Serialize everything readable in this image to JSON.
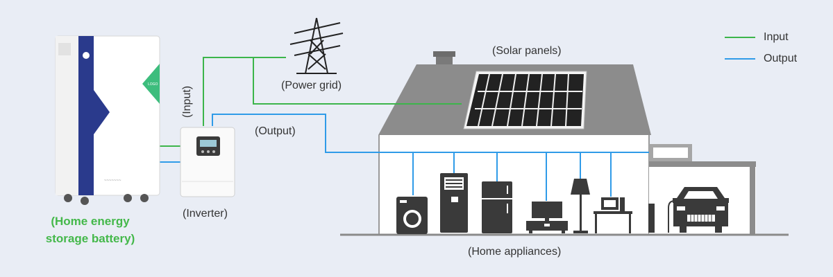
{
  "legend": [
    {
      "label": "Input",
      "color": "#3cb54a"
    },
    {
      "label": "Output",
      "color": "#2f9be8"
    }
  ],
  "labels": {
    "solar_panels": "(Solar panels)",
    "power_grid": "(Power grid)",
    "input": "(Input)",
    "output": "(Output)",
    "inverter": "(Inverter)",
    "battery_line1": "(Home energy",
    "battery_line2": "storage battery)",
    "home_appliances": "(Home appliances)"
  },
  "colors": {
    "background": "#e9edf5",
    "input_line": "#3cb54a",
    "output_line": "#2f9be8",
    "battery_label": "#44b84a",
    "battery_accent": "#2a3a8c",
    "battery_logo": "#3dbd7d",
    "appliance": "#3a3a3a",
    "roof": "#8c8c8c"
  }
}
